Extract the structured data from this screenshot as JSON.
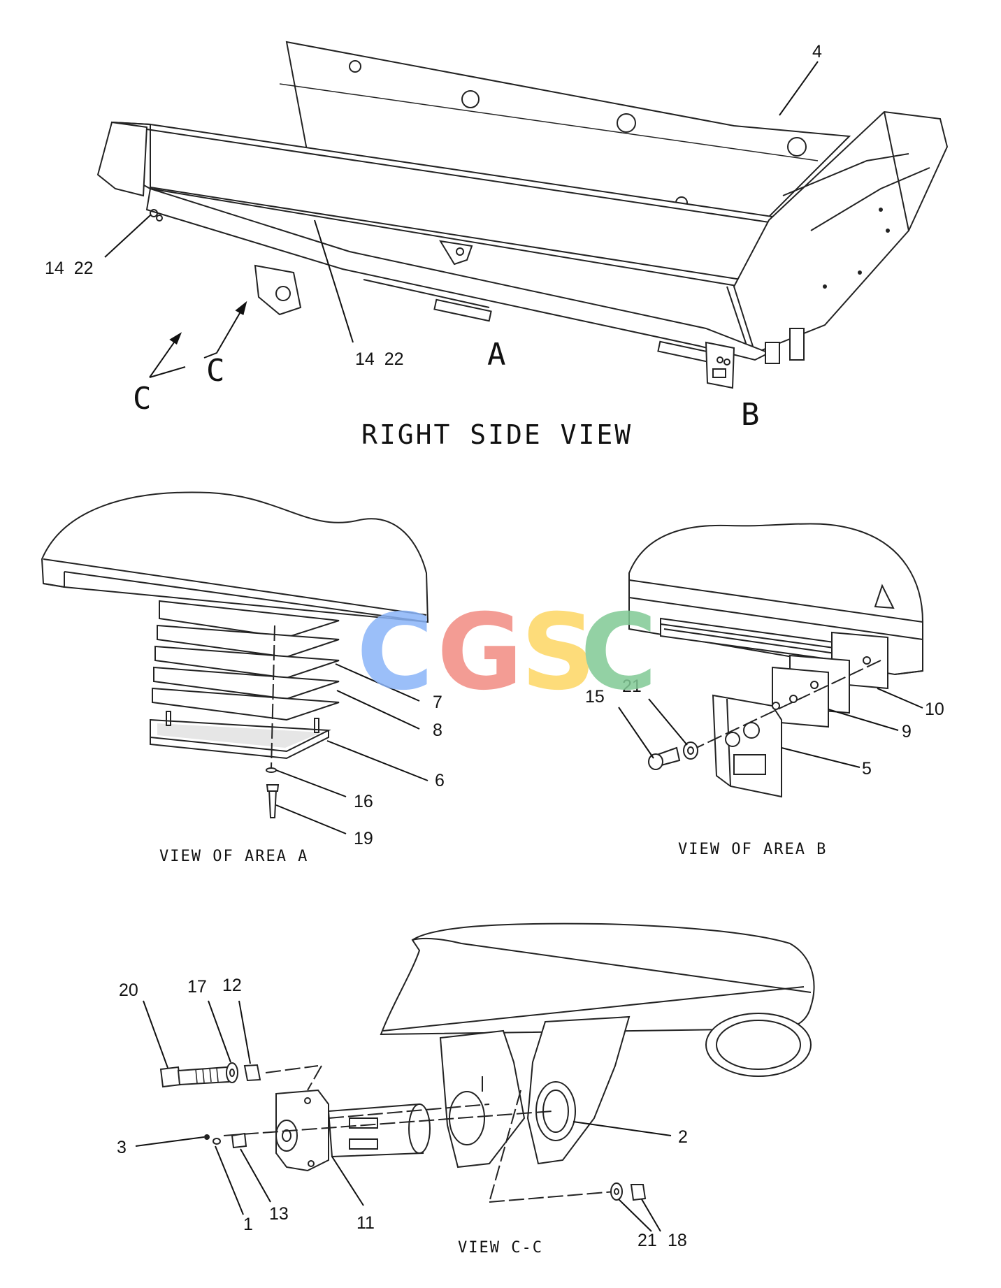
{
  "titles": {
    "right_side_view": "RIGHT SIDE VIEW",
    "view_area_a": "VIEW OF AREA A",
    "view_area_b": "VIEW OF AREA B",
    "view_cc": "VIEW C-C"
  },
  "area_letters": {
    "a": "A",
    "b": "B",
    "c_left": "C",
    "c_right": "C"
  },
  "callouts": {
    "main": {
      "p4": "4",
      "p14_22_left": "14  22",
      "p14_22_center": "14  22"
    },
    "area_a": {
      "p7": "7",
      "p8": "8",
      "p6": "6",
      "p16": "16",
      "p19": "19"
    },
    "area_b": {
      "p15": "15",
      "p21": "21",
      "p10": "10",
      "p9": "9",
      "p5": "5"
    },
    "view_cc": {
      "p20": "20",
      "p17": "17",
      "p12": "12",
      "p3": "3",
      "p1": "1",
      "p13": "13",
      "p11": "11",
      "p2": "2",
      "p21": "21",
      "p18": "18"
    }
  },
  "watermark": {
    "letters": [
      "C",
      "G",
      "S",
      "C"
    ],
    "colors": [
      "#8ab4f8",
      "#f28b82",
      "#fdd663",
      "#81c995"
    ]
  }
}
